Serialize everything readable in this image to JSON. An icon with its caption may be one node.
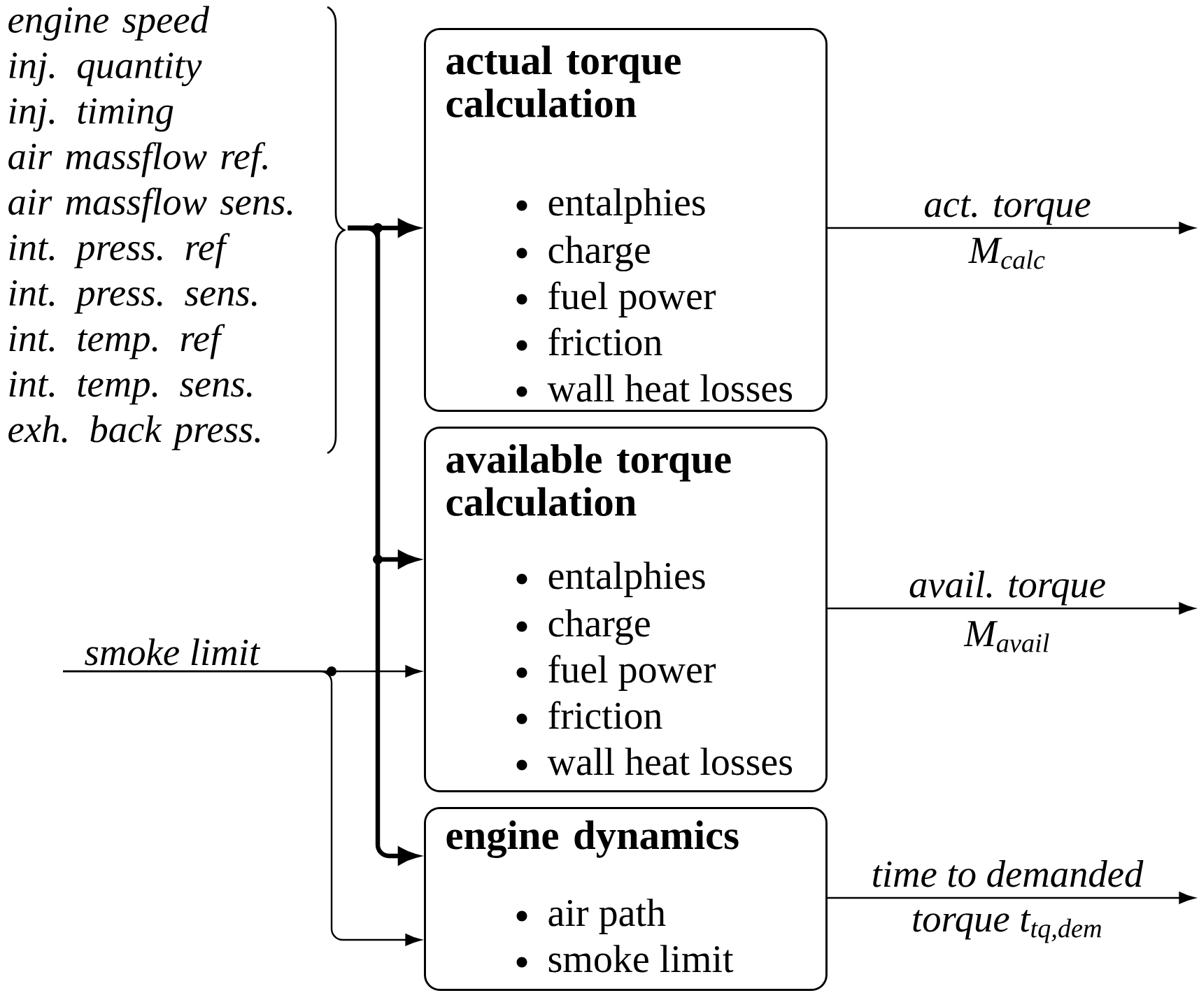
{
  "diagram": {
    "nodes": [
      {
        "text": [
          "engine speed",
          "inj. quantity",
          "inj. timing",
          "air massflow ref.",
          "air massflow sens.",
          "int. press. ref",
          "int. press. sens.",
          "int. temp. ref",
          "int. temp. sens.",
          "exh. back press."
        ]
      },
      {
        "text": [
          "actual torque calculation",
          "entalphies",
          "charge",
          "fuel power",
          "friction",
          "wall heat losses"
        ]
      },
      {
        "text": [
          "available torque calculation",
          "entalphies",
          "charge",
          "fuel power",
          "friction",
          "wall heat losses"
        ]
      },
      {
        "text": [
          "engine dynamics",
          "air path",
          "smoke limit"
        ]
      },
      {
        "text": [
          "smoke limit"
        ]
      }
    ],
    "edges": [
      {
        "from": 0,
        "to": 1,
        "arrow": "to",
        "style": "thick"
      },
      {
        "from": 0,
        "to": 2,
        "arrow": "to",
        "style": "thick"
      },
      {
        "from": 0,
        "to": 3,
        "arrow": "to",
        "style": "thick"
      },
      {
        "from": 4,
        "to": 2,
        "arrow": "to"
      },
      {
        "from": 4,
        "to": 3,
        "arrow": "to"
      },
      {
        "from": 1,
        "to": null,
        "arrow": "to",
        "label": "act. torque"
      },
      {
        "from": 2,
        "to": null,
        "arrow": "to",
        "label": "avail. torque"
      },
      {
        "from": 3,
        "to": null,
        "arrow": "to",
        "label": "time to demanded"
      }
    ],
    "labels": [
      "M$_{calc}$",
      "M$_{avail}$",
      "torque t$_{tq,dem}$"
    ]
  }
}
